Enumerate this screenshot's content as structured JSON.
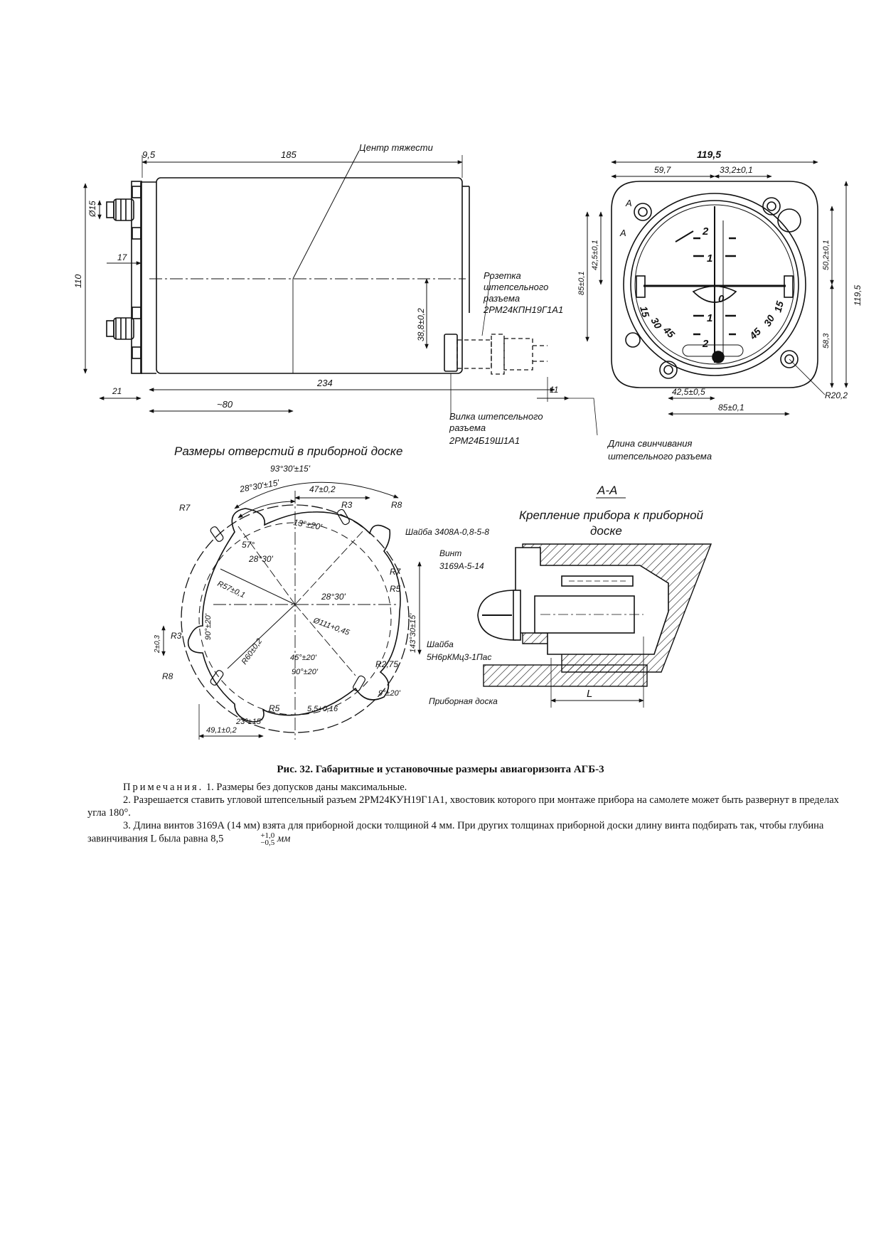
{
  "side_view": {
    "dim_9_5": "9,5",
    "dim_185": "185",
    "center_of_gravity": "Центр тяжести",
    "dim_d15": "Ø15",
    "dim_17": "17",
    "dim_110": "110",
    "dim_38_8": "38,8±0,2",
    "dim_21": "21",
    "dim_234": "234",
    "dim_80": "~80",
    "dim_11": "11",
    "socket_label_1": "Розетка",
    "socket_label_2": "штепсельного",
    "socket_label_3": "разъема",
    "socket_label_4": "2РМ24КПН19Г1А1",
    "plug_label_1": "Вилка штепсельного",
    "plug_label_2": "разъема",
    "plug_label_3": "2РМ24Б19Ш1А1",
    "screw_length_1": "Длина свинчивания",
    "screw_length_2": "штепсельного разъема"
  },
  "front_view": {
    "dim_119_5_top": "119,5",
    "dim_59_7": "59,7",
    "dim_33_2": "33,2±0,1",
    "dim_42_5_v": "42,5±0,1",
    "dim_85_v": "85±0,1",
    "dim_50_2": "50,2±0,1",
    "dim_119_5_right": "119,5",
    "dim_58_3": "58,3",
    "dim_42_5_h": "42,5±0,5",
    "dim_85_h": "85±0,1",
    "dim_r20_2": "R20,2",
    "section_a": "A",
    "scale_marks": [
      "2",
      "1",
      "0",
      "1",
      "2"
    ],
    "bank_marks_left": [
      "15",
      "30",
      "45"
    ],
    "bank_marks_right": [
      "45",
      "30",
      "15"
    ]
  },
  "cutout_view": {
    "title": "Размеры отверстий в приборной доске",
    "dim_93_30": "93°30'±15'",
    "dim_28_30_top": "28°30'±15'",
    "dim_47": "47±0,2",
    "r7_left": "R7",
    "r3": "R3",
    "r8_right": "R8",
    "dim_13": "13°±20'",
    "dim_57": "57°",
    "dim_28_30_a": "28°30'",
    "dim_r57": "R57±0,1",
    "r7_right": "R7",
    "r5_right": "R5",
    "dim_28_30_b": "28°30'",
    "dim_d111": "Ø111+0,45",
    "dim_143_30": "143°30±15'",
    "dim_2_3": "2±0,3",
    "r3_left": "R3",
    "dim_90_v": "90°±20'",
    "dim_r60": "R60±0,2",
    "dim_45": "45°±20'",
    "dim_90_h": "90°±20'",
    "r2_75": "R2,75",
    "r8_left": "R8",
    "r5_bottom": "R5",
    "dim_9": "9°±20'",
    "dim_5_5": "5,5+0,16",
    "dim_23": "23°±15'",
    "dim_49_1": "49,1±0,2"
  },
  "section_view": {
    "title": "A-A",
    "subtitle_1": "Крепление прибора к приборной",
    "subtitle_2": "доске",
    "washer_1": "Шайба 3408А-0,8-5-8",
    "screw_1": "Винт",
    "screw_2": "3169А-5-14",
    "washer_2_a": "Шайба",
    "washer_2_b": "5Н6рКМц3-1Пас",
    "panel": "Приборная доска",
    "dim_l": "L"
  },
  "caption": "Рис. 32. Габаритные и установочные размеры авиагоризонта АГБ-3",
  "notes": {
    "heading": "Примечания.",
    "note1": "1. Размеры без допусков даны максимальные.",
    "note2": "2. Разрешается ставить угловой штепсельный разъем 2РМ24КУН19Г1А1, хвостовик которого при монтаже прибора на самолете может быть развернут в пределах угла 180°.",
    "note3_a": "3. Длина винтов 3169А (14 мм) взята для приборной доски толщиной 4 мм. При других толщинах приборной доски длину винта подбирать так, чтобы глубина завинчивания L была равна 8,5",
    "note3_sup": "+1,0",
    "note3_sub": "−0,5",
    "note3_unit": "мм"
  }
}
